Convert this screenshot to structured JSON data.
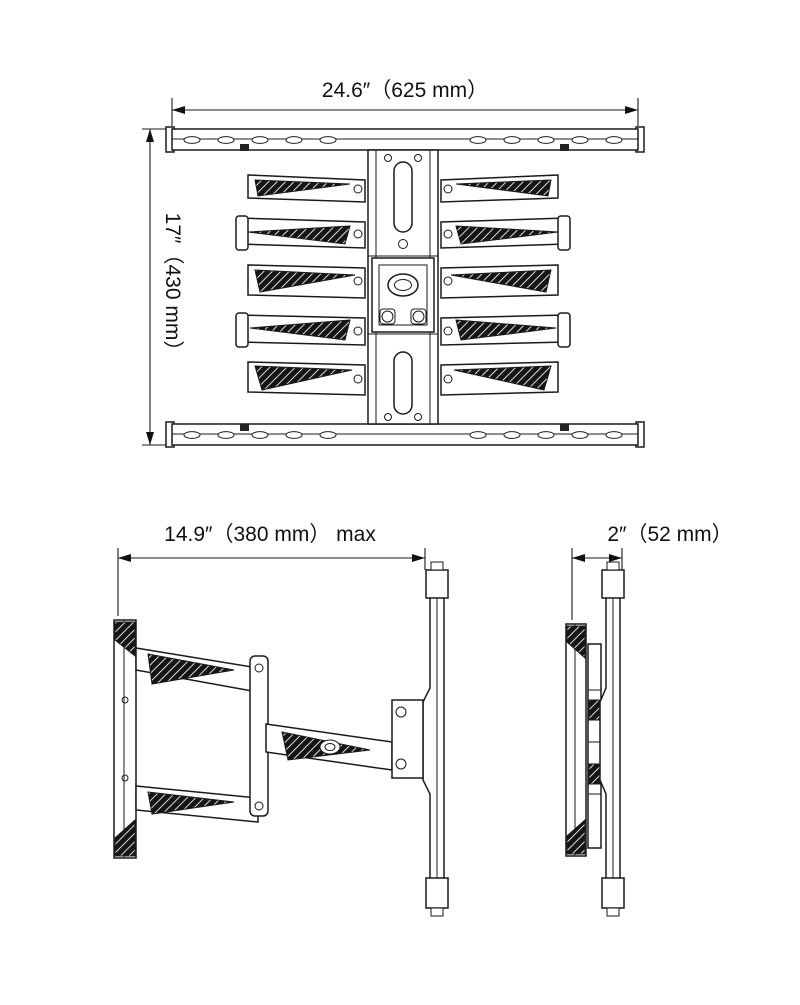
{
  "drawing": {
    "front_view": {
      "width_label": "24.6″（625 mm）",
      "height_label": "17″（430 mm）"
    },
    "side_view_extended": {
      "depth_label": "14.9″（380 mm） max"
    },
    "side_view_collapsed": {
      "depth_label": "2″（52 mm）"
    },
    "colors": {
      "line": "#1a1a1a",
      "background": "#ffffff"
    }
  }
}
